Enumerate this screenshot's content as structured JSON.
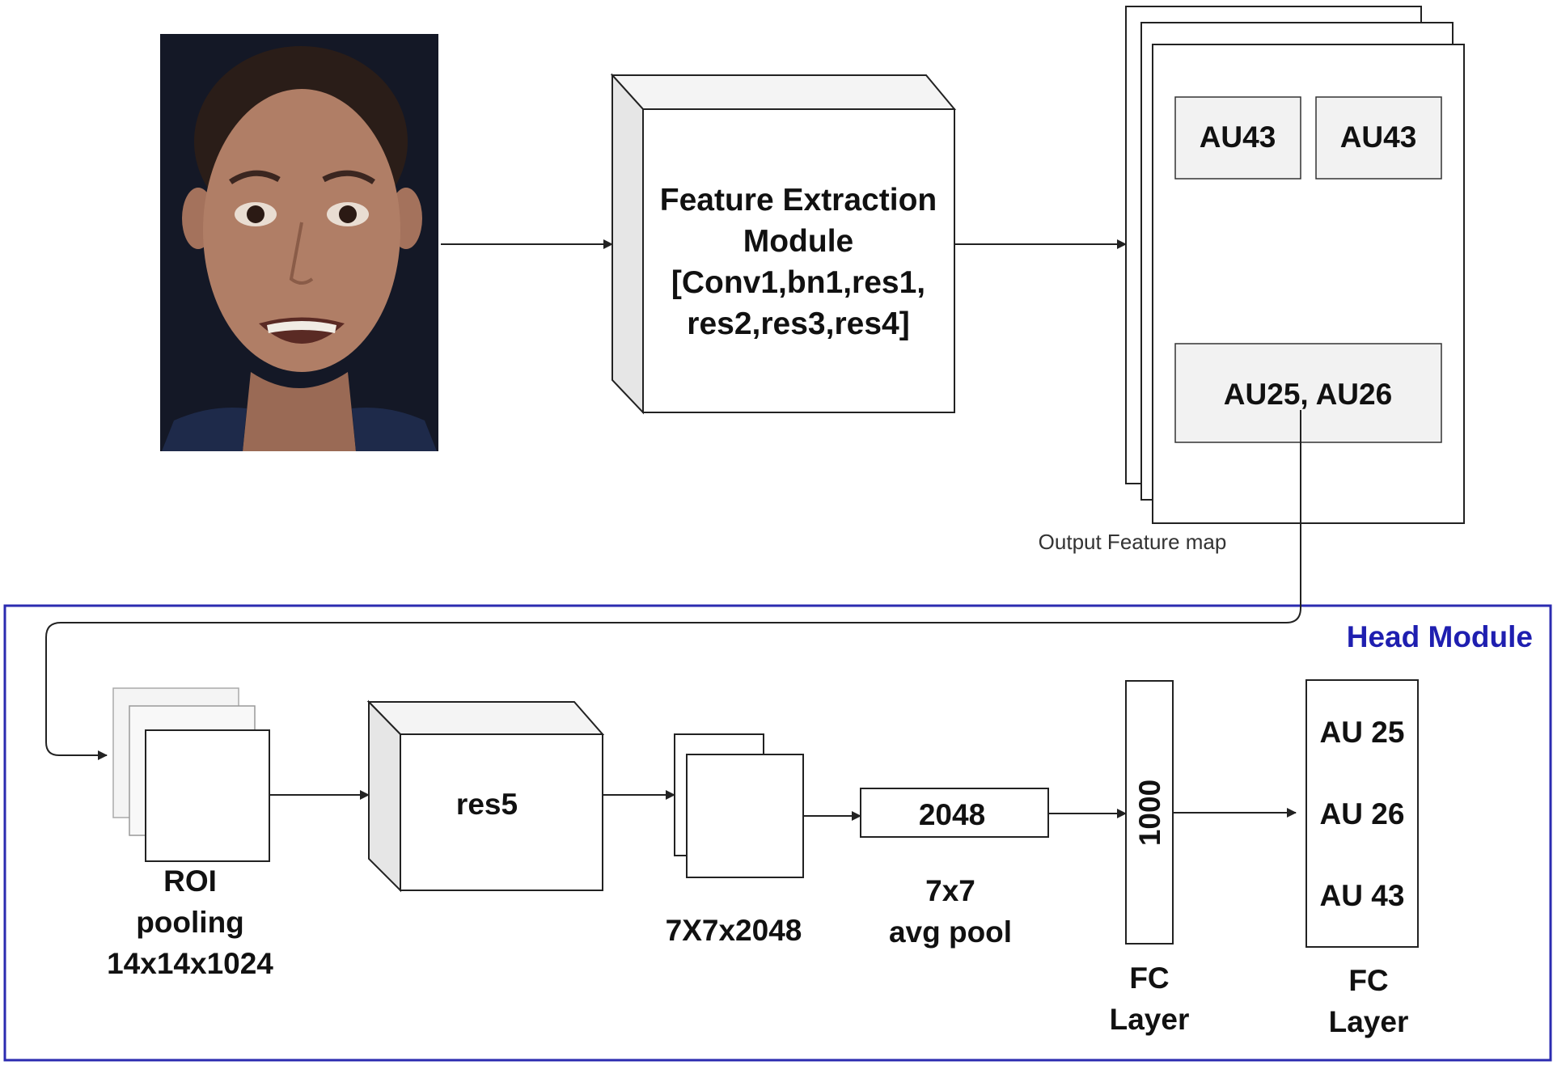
{
  "colors": {
    "stroke": "#222222",
    "block_side": "#e6e6e6",
    "au_box_fill": "#f2f2f2",
    "head_border": "#2b2bb0",
    "head_label": "#1f1fb0",
    "photo_bg": "#141826",
    "skin": "#b07e66",
    "hair": "#2a1d18"
  },
  "input_image": {
    "subject": "face photograph"
  },
  "feature_extraction": {
    "line1": "Feature Extraction",
    "line2": "Module",
    "line3": "[Conv1,bn1,res1,",
    "line4": "res2,res3,res4]"
  },
  "feature_map": {
    "caption": "Output Feature map",
    "au_box_1": "AU43",
    "au_box_2": "AU43",
    "au_box_3": "AU25, AU26"
  },
  "head_module": {
    "title": "Head Module",
    "roi": {
      "line1": "ROI",
      "line2": "pooling",
      "line3": "14x14x1024"
    },
    "res5": "res5",
    "map_7x7": "7X7x2048",
    "pool": {
      "value": "2048",
      "line1": "7x7",
      "line2": "avg pool"
    },
    "fc1": {
      "value": "1000",
      "line1": "FC",
      "line2": "Layer"
    },
    "output": {
      "items": [
        "AU 25",
        "AU 26",
        "AU 43"
      ],
      "line1": "FC",
      "line2": "Layer"
    }
  }
}
